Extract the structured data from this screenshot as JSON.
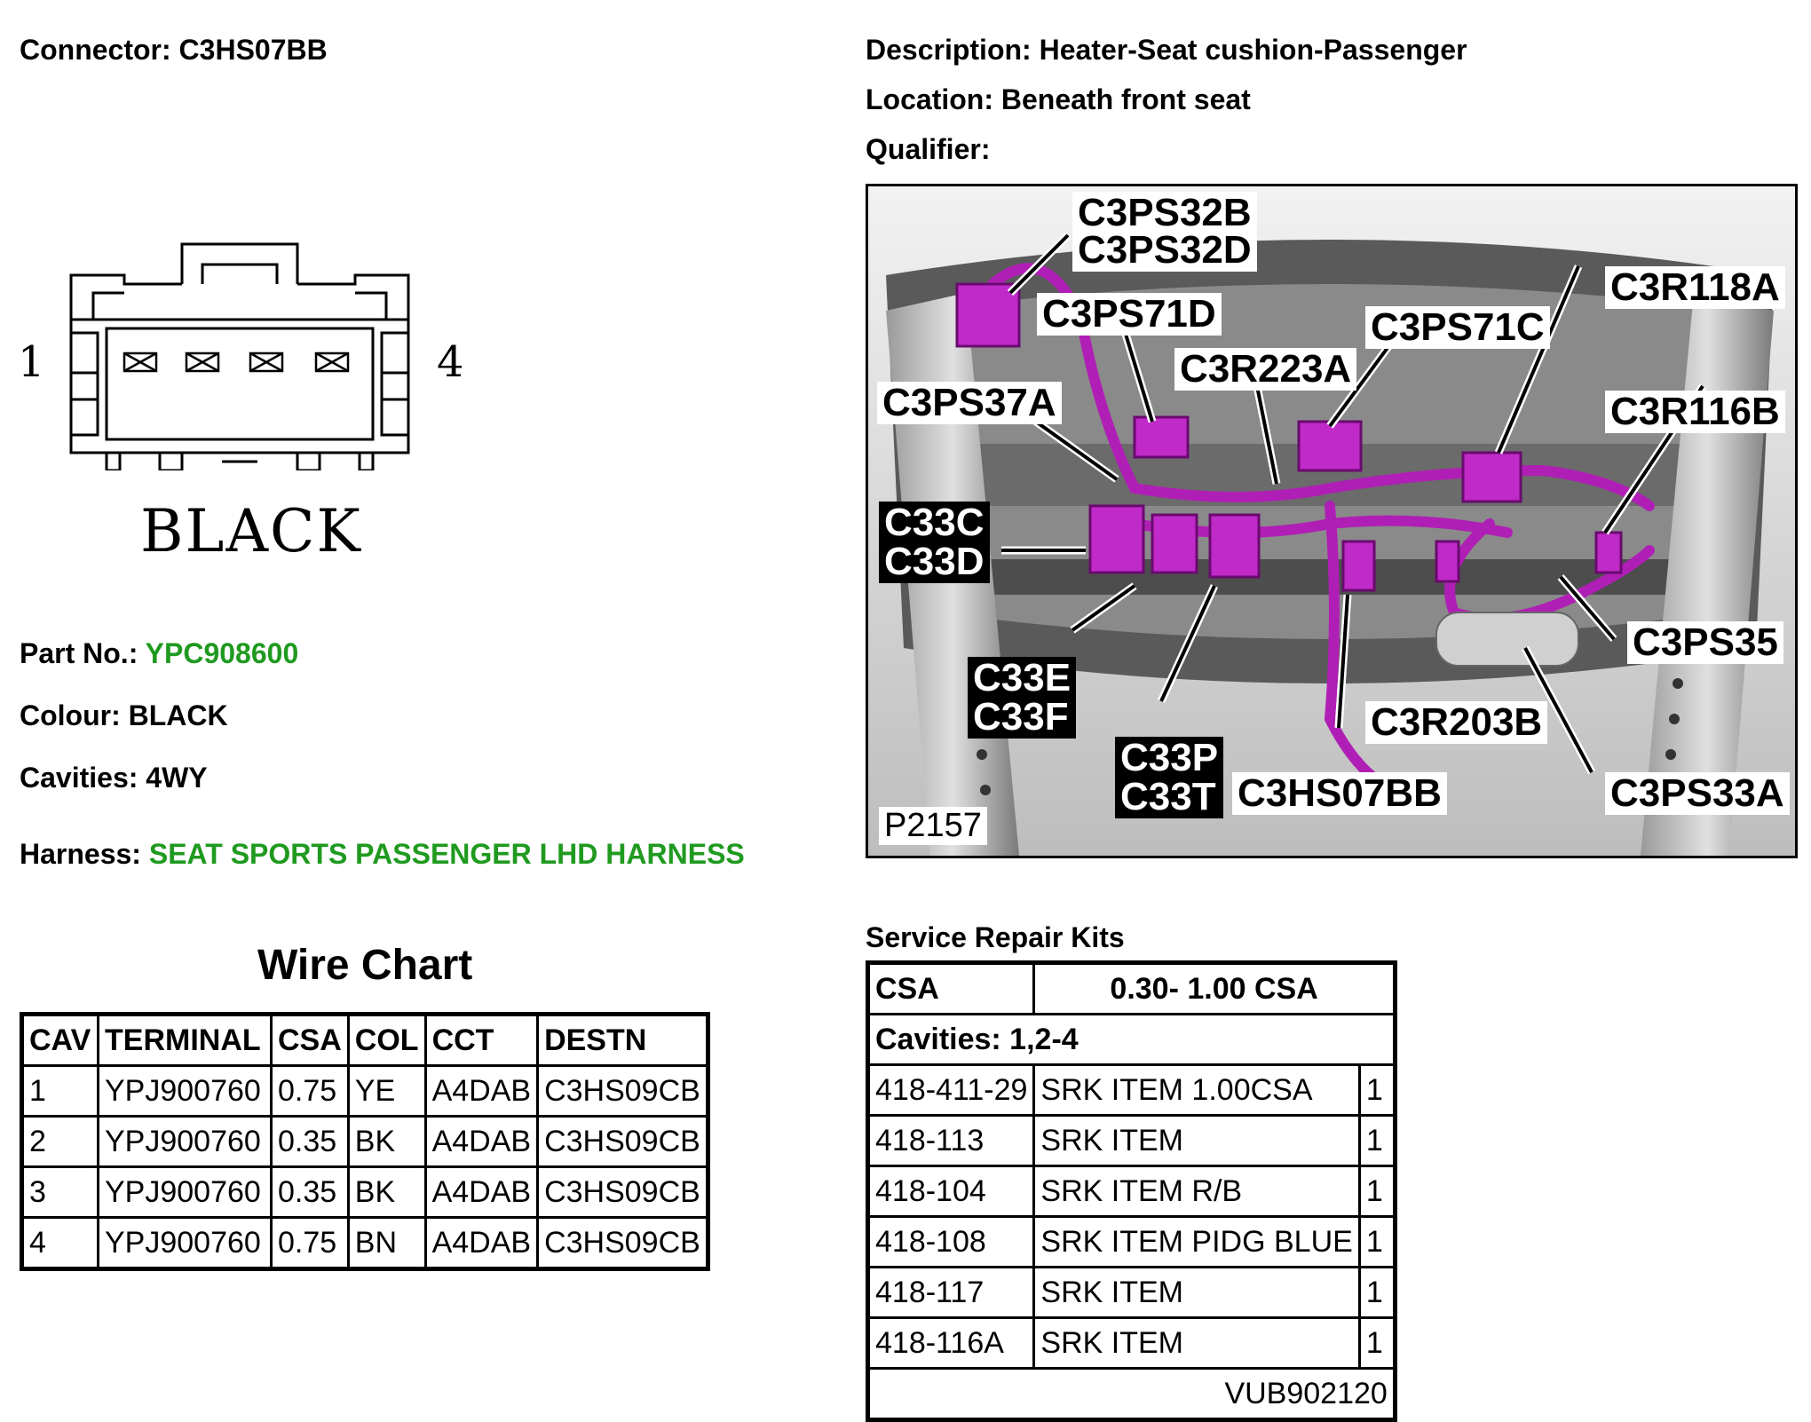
{
  "header": {
    "connector_label": "Connector:",
    "connector_value": "C3HS07BB",
    "description_label": "Description:",
    "description_value": "Heater-Seat cushion-Passenger",
    "location_label": "Location:",
    "location_value": "Beneath front seat",
    "qualifier_label": "Qualifier:",
    "qualifier_value": ""
  },
  "connector": {
    "pin_left": "1",
    "pin_right": "4",
    "colour_text": "BLACK"
  },
  "details": {
    "part_label": "Part No.:",
    "part_value": "YPC908600",
    "colour_label": "Colour:",
    "colour_value": "BLACK",
    "cavities_label": "Cavities:",
    "cavities_value": "4WY",
    "harness_label": "Harness:",
    "harness_value": "SEAT SPORTS PASSENGER LHD HARNESS",
    "link_color": "#1f9a1f"
  },
  "wire_chart": {
    "title": "Wire Chart",
    "columns": [
      "CAV",
      "TERMINAL",
      "CSA",
      "COL",
      "CCT",
      "DESTN"
    ],
    "rows": [
      [
        "1",
        "YPJ900760",
        "0.75",
        "YE",
        "A4DAB",
        "C3HS09CB"
      ],
      [
        "2",
        "YPJ900760",
        "0.35",
        "BK",
        "A4DAB",
        "C3HS09CB"
      ],
      [
        "3",
        "YPJ900760",
        "0.35",
        "BK",
        "A4DAB",
        "C3HS09CB"
      ],
      [
        "4",
        "YPJ900760",
        "0.75",
        "BN",
        "A4DAB",
        "C3HS09CB"
      ]
    ]
  },
  "photo": {
    "id": "P2157",
    "harness_color": "#b01fb5",
    "callouts": {
      "c3ps32b": "C3PS32B",
      "c3ps32d": "C3PS32D",
      "c3ps71d": "C3PS71D",
      "c3ps71c": "C3PS71C",
      "c3r118a": "C3R118A",
      "c3r223a": "C3R223A",
      "c3ps37a": "C3PS37A",
      "c3r116b": "C3R116B",
      "c33c": "C33C",
      "c33d": "C33D",
      "c3ps35": "C3PS35",
      "c33e": "C33E",
      "c33f": "C33F",
      "c3r203b": "C3R203B",
      "c33p": "C33P",
      "c33t": "C33T",
      "c3hs07bb": "C3HS07BB",
      "c3ps33a": "C3PS33A"
    }
  },
  "srk": {
    "title": "Service Repair Kits",
    "csa_label": "CSA",
    "csa_value": "0.30- 1.00 CSA",
    "cavities": "Cavities: 1,2-4",
    "items": [
      [
        "418-411-29",
        "SRK ITEM 1.00CSA",
        "1"
      ],
      [
        "418-113",
        "SRK ITEM",
        "1"
      ],
      [
        "418-104",
        "SRK ITEM R/B",
        "1"
      ],
      [
        "418-108",
        "SRK ITEM PIDG BLUE",
        "1"
      ],
      [
        "418-117",
        "SRK ITEM",
        "1"
      ],
      [
        "418-116A",
        "SRK ITEM",
        "1"
      ]
    ],
    "footer": "VUB902120"
  }
}
